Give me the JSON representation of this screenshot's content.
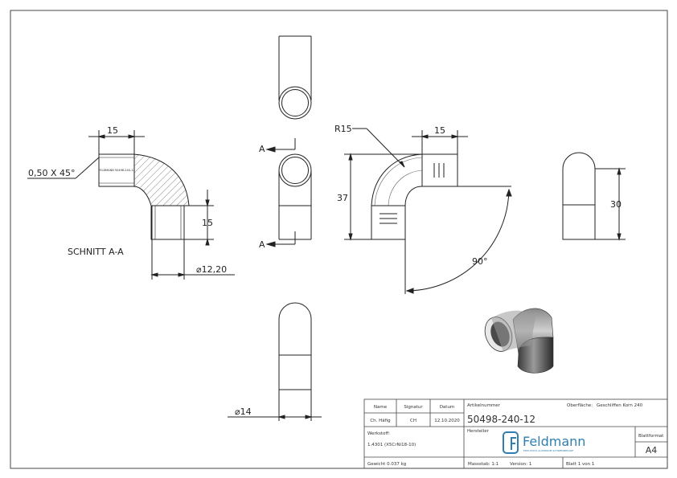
{
  "drawing": {
    "section": {
      "dim_width": "15",
      "chamfer": "0,50 X 45°",
      "engraving": "FELDMANN 50498-240-12",
      "dim_height": "15",
      "dim_inner_dia": "12,20",
      "title": "SCHNITT A-A"
    },
    "front": {
      "cut_a_top": "A",
      "cut_a_bottom": "A"
    },
    "side": {
      "radius": "R15",
      "dim_width": "15",
      "dim_height": "37",
      "angle": "90°"
    },
    "right": {
      "dim_height": "30"
    },
    "bottom": {
      "dim_outer_dia": "14"
    }
  },
  "title_block": {
    "h_name": "Name",
    "h_signatur": "Signatur",
    "h_datum": "Datum",
    "name": "Ch. Häfig",
    "signatur": "CH",
    "datum": "12.10.2020",
    "l_artikel": "Artikelnummer",
    "l_oberflaeche": "Oberfläche:",
    "oberflaeche": "Geschliffen Korn 240",
    "artikel": "50498-240-12",
    "l_werkstoff": "Werkstoff:",
    "werkstoff": "1.4301 (X5CrNi18-10)",
    "l_hersteller": "Hersteller",
    "brand": "Feldmann",
    "brand_tagline": "EDELSTAHL ALUMINIUM SCHWEIßBEDARF",
    "l_blattformat": "Blattformat",
    "blattformat": "A4",
    "gewicht": "Gewicht 0.037 kg",
    "massstab": "Massstab: 1:1",
    "version": "Version: 1",
    "blatt": "Blatt 1 von 1"
  },
  "colors": {
    "line": "#222222",
    "brand": "#2f7fb0",
    "hatch": "#555555"
  }
}
